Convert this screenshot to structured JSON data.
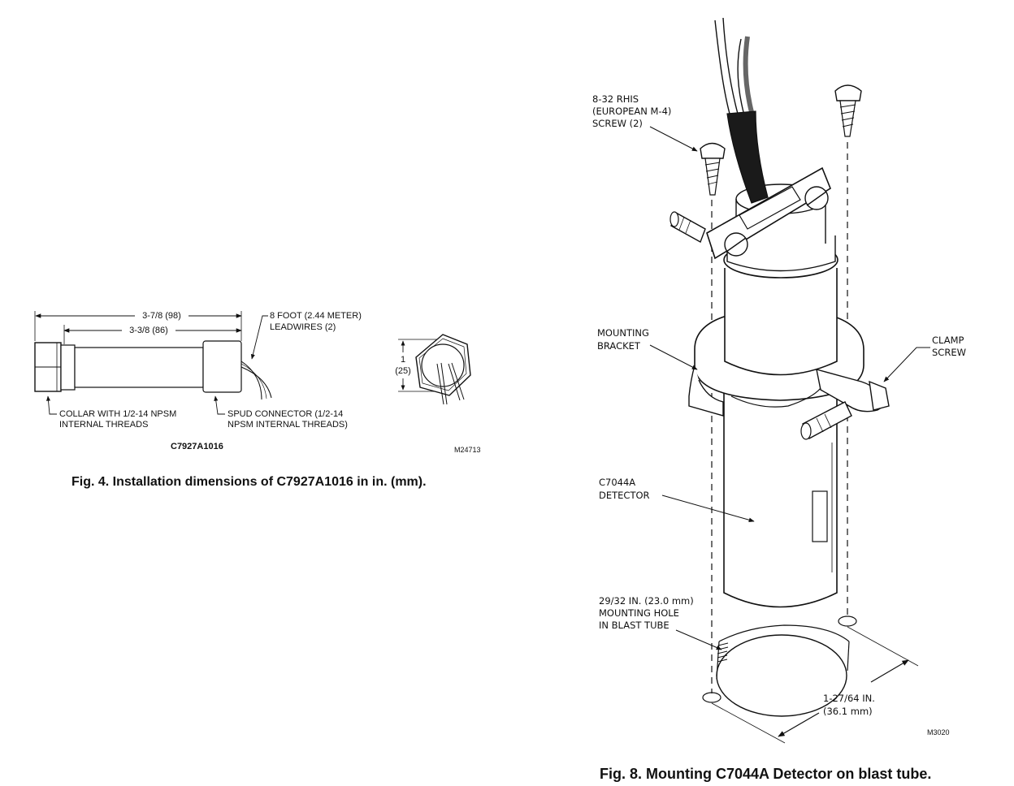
{
  "fig4": {
    "dim_overall": "3-7/8 (98)",
    "dim_body": "3-3/8 (86)",
    "leadwires_line1": "8 FOOT (2.44 METER)",
    "leadwires_line2": "LEADWIRES (2)",
    "collar_line1": "COLLAR WITH 1/2-14 NPSM",
    "collar_line2": "INTERNAL THREADS",
    "spud_line1": "SPUD CONNECTOR (1/2-14",
    "spud_line2": "NPSM INTERNAL THREADS)",
    "dim_hex_top": "1",
    "dim_hex_bottom": "(25)",
    "model": "C7927A1016",
    "drawing_code": "M24713",
    "caption": "Fig. 4. Installation dimensions of C7927A1016 in in. (mm)."
  },
  "fig8": {
    "screw_line1": "8-32 RHIS",
    "screw_line2": "(EUROPEAN M-4)",
    "screw_line3": "SCREW (2)",
    "bracket_line1": "MOUNTING",
    "bracket_line2": "BRACKET",
    "clamp_line1": "CLAMP",
    "clamp_line2": "SCREW",
    "detector_line1": "C7044A",
    "detector_line2": "DETECTOR",
    "hole_line1": "29/32 IN. (23.0 mm)",
    "hole_line2": "MOUNTING HOLE",
    "hole_line3": "IN BLAST TUBE",
    "spacing_line1": "1-27/64 IN.",
    "spacing_line2": "(36.1 mm)",
    "drawing_code": "M3020",
    "caption": "Fig. 8. Mounting C7044A Detector on blast tube."
  }
}
